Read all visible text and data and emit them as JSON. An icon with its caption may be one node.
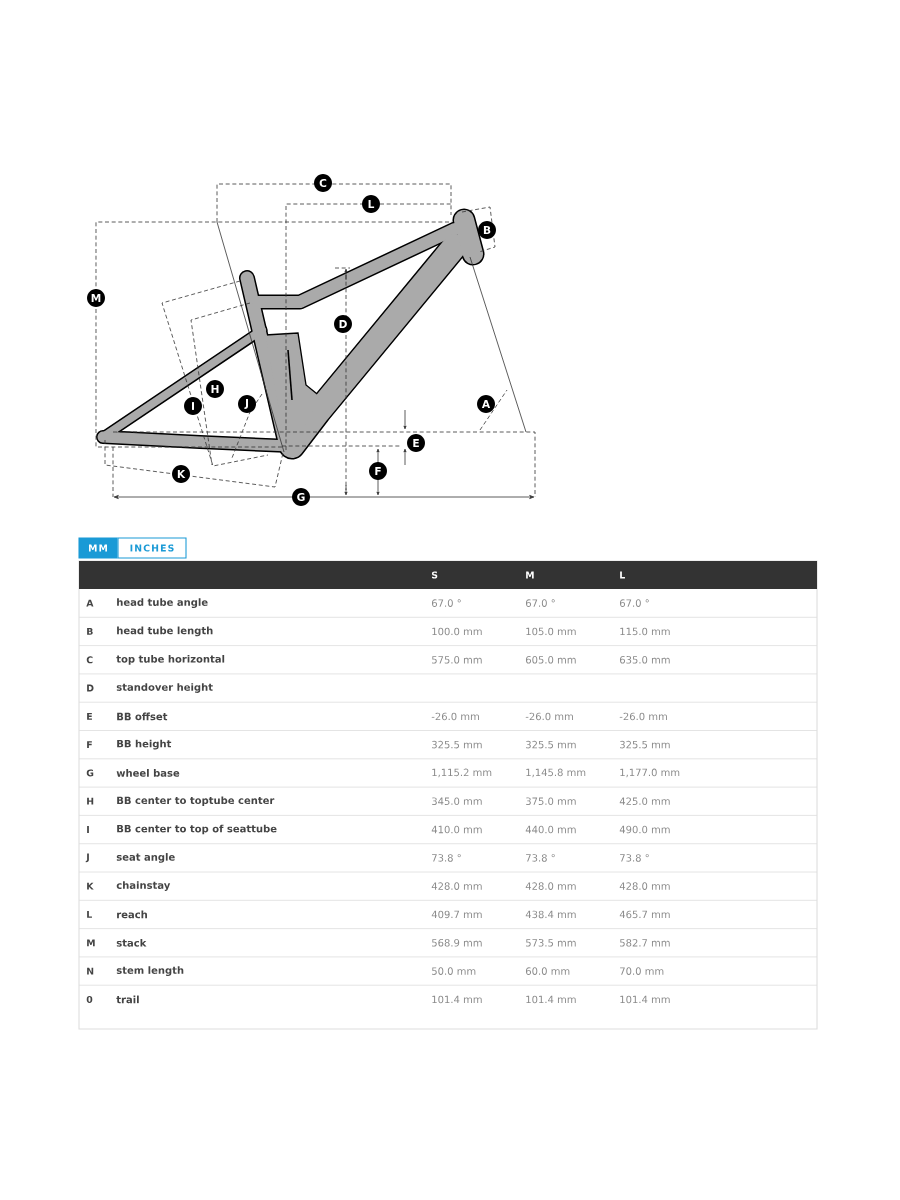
{
  "diagram": {
    "nodes": [
      {
        "text": [
          "C"
        ]
      },
      {
        "text": [
          "L"
        ]
      },
      {
        "text": [
          "B"
        ]
      },
      {
        "text": [
          "M"
        ]
      },
      {
        "text": [
          "D"
        ]
      },
      {
        "text": [
          "H"
        ]
      },
      {
        "text": [
          "J"
        ]
      },
      {
        "text": [
          "I"
        ]
      },
      {
        "text": [
          "A"
        ]
      },
      {
        "text": [
          "E"
        ]
      },
      {
        "text": [
          "F"
        ]
      },
      {
        "text": [
          "K"
        ]
      },
      {
        "text": [
          "G"
        ]
      },
      {
        "text": [
          "MM"
        ]
      },
      {
        "text": [
          "INCHES"
        ]
      }
    ],
    "labels": [
      "S",
      "M",
      "L",
      "A",
      "head tube angle",
      "67.0 °",
      "67.0 °",
      "67.0 °",
      "B",
      "head tube length",
      "100.0 mm",
      "105.0 mm",
      "115.0 mm",
      "C",
      "top tube horizontal",
      "575.0 mm",
      "605.0 mm",
      "635.0 mm",
      "D",
      "standover height",
      "E",
      "BB offset",
      "-26.0 mm",
      "-26.0 mm",
      "-26.0 mm",
      "F",
      "BB height",
      "325.5 mm",
      "325.5 mm",
      "325.5 mm",
      "G",
      "wheel base",
      "1,115.2 mm",
      "1,145.8 mm",
      "1,177.0 mm",
      "H",
      "BB center to toptube center",
      "345.0 mm",
      "375.0 mm",
      "425.0 mm",
      "I",
      "BB center to top of seattube",
      "410.0 mm",
      "440.0 mm",
      "490.0 mm",
      "J",
      "seat angle",
      "73.8 °",
      "73.8 °",
      "73.8 °",
      "K",
      "chainstay",
      "428.0 mm",
      "428.0 mm",
      "428.0 mm",
      "L",
      "reach",
      "409.7 mm",
      "438.4 mm",
      "465.7 mm",
      "M",
      "stack",
      "568.9 mm",
      "573.5 mm",
      "582.7 mm",
      "N",
      "stem length",
      "50.0 mm",
      "60.0 mm",
      "70.0 mm",
      "0",
      "trail",
      "101.4 mm",
      "101.4 mm",
      "101.4 mm"
    ]
  }
}
